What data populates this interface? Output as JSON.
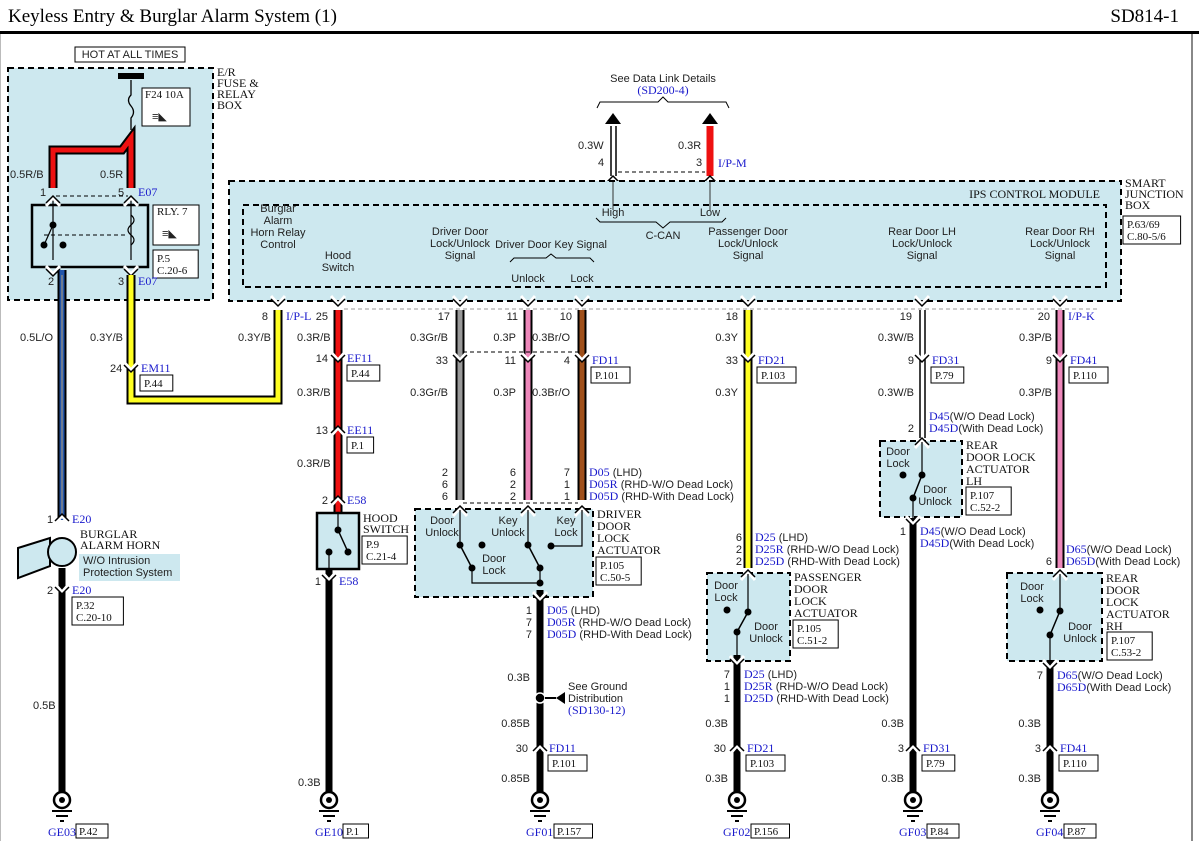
{
  "header": {
    "title": "Keyless Entry & Burglar Alarm System (1)",
    "code": "SD814-1"
  },
  "colors": {
    "module_fill": "#cde8ef",
    "connector_blue": "#1a1acc",
    "wire_red": "#ee1111",
    "wire_yellow": "#ffff22",
    "wire_pink": "#ee88bb",
    "wire_brown": "#a0501a",
    "wire_gray": "#999999",
    "wire_blue": "#2255aa",
    "wire_black": "#000000"
  },
  "power": {
    "hot_label": "HOT AT ALL TIMES",
    "box_label": [
      "E/R",
      "FUSE &",
      "RELAY",
      "BOX"
    ],
    "fuse": "F24 10A",
    "relay": "RLY. 7",
    "relay_ref": [
      "P.5",
      "C.20-6"
    ],
    "wires": [
      {
        "pin": "1",
        "spec": "0.5R/B"
      },
      {
        "pin": "5",
        "spec": "0.5R",
        "connector": "E07"
      },
      {
        "pin": "2",
        "spec": "0.5L/O"
      },
      {
        "pin": "3",
        "spec": "0.3Y/B",
        "connector": "E07"
      }
    ]
  },
  "data_link": {
    "title": "See Data Link Details",
    "ref": "(SD200-4)",
    "high": {
      "pin": "4",
      "spec": "0.3W",
      "label": "High"
    },
    "low": {
      "pin": "3",
      "spec": "0.3R",
      "label": "Low",
      "connector": "I/P-M"
    },
    "bus": "C-CAN"
  },
  "module": {
    "title": "IPS CONTROL MODULE",
    "box_label": [
      "SMART",
      "JUNCTION",
      "BOX"
    ],
    "ref": [
      "P.63/69",
      "C.80-5/6"
    ],
    "key_signal_group": "Driver Door Key Signal",
    "signals": [
      {
        "label": [
          "Burglar",
          "Alarm",
          "Horn Relay",
          "Control"
        ],
        "pin": "8",
        "connector": "I/P-L"
      },
      {
        "label": [
          "Hood",
          "Switch"
        ],
        "pin": "25"
      },
      {
        "label": [
          "Driver Door",
          "Lock/Unlock",
          "Signal"
        ],
        "pin": "17"
      },
      {
        "label": [
          "Unlock"
        ],
        "pin": "11"
      },
      {
        "label": [
          "Lock"
        ],
        "pin": "10"
      },
      {
        "label": [
          "Passenger Door",
          "Lock/Unlock",
          "Signal"
        ],
        "pin": "18"
      },
      {
        "label": [
          "Rear Door LH",
          "Lock/Unlock",
          "Signal"
        ],
        "pin": "19"
      },
      {
        "label": [
          "Rear Door RH",
          "Lock/Unlock",
          "Signal"
        ],
        "pin": "20",
        "connector": "I/P-K"
      }
    ]
  },
  "circuits": {
    "horn": {
      "em11": {
        "pin": "24",
        "connector": "EM11",
        "ref": "P.44",
        "spec_left": "0.3Y/B",
        "spec_right": "0.3Y/B"
      },
      "pin_top": "1",
      "pin_bottom": "2",
      "connector": "E20",
      "name": [
        "BURGLAR",
        "ALARM HORN"
      ],
      "note": [
        "W/O Intrusion",
        "Protection System"
      ],
      "ref": [
        "P.32",
        "C.20-10"
      ],
      "ground_spec": "0.5B",
      "ground": {
        "id": "GE03",
        "ref": "P.42"
      }
    },
    "hood": {
      "spec": "0.3R/B",
      "joints": [
        {
          "pin": "14",
          "connector": "EF11",
          "ref": "P.44"
        },
        {
          "pin": "13",
          "connector": "EE11",
          "ref": "P.1"
        },
        {
          "pin": "2",
          "connector": "E58"
        }
      ],
      "name": [
        "HOOD",
        "SWITCH"
      ],
      "ref": [
        "P.9",
        "C.21-4"
      ],
      "pin_bottom": "1",
      "connector_bottom": "E58",
      "ground_spec": "0.3B",
      "ground": {
        "id": "GE10",
        "ref": "P.1"
      }
    },
    "driver": {
      "wires": [
        {
          "spec": "0.3Gr/B",
          "pin_fd11": "33",
          "pins_d05": [
            "2",
            "6",
            "6"
          ]
        },
        {
          "spec": "0.3P",
          "pin_fd11": "11",
          "pins_d05": [
            "6",
            "2",
            "2"
          ]
        },
        {
          "spec": "0.3Br/O",
          "pin_fd11": "4",
          "pins_d05": [
            "7",
            "1",
            "1"
          ]
        }
      ],
      "fd11": {
        "connector": "FD11",
        "ref": "P.101"
      },
      "d05_variants": [
        {
          "connector": "D05",
          "note": "(LHD)"
        },
        {
          "connector": "D05R",
          "note": "(RHD-W/O Dead Lock)"
        },
        {
          "connector": "D05D",
          "note": "(RHD-With Dead Lock)"
        }
      ],
      "switch_labels": {
        "door_unlock": [
          "Door",
          "Unlock"
        ],
        "key_unlock": [
          "Key",
          "Unlock"
        ],
        "key_lock": [
          "Key",
          "Lock"
        ],
        "door_lock": [
          "Door",
          "Lock"
        ]
      },
      "name": [
        "DRIVER",
        "DOOR",
        "LOCK",
        "ACTUATOR"
      ],
      "ref": [
        "P.105",
        "C.50-5"
      ],
      "bottom_pins": [
        "1",
        "7",
        "7"
      ],
      "ground_dist": {
        "text": [
          "See Ground",
          "Distribution"
        ],
        "ref": "(SD130-12)"
      },
      "specs_below": [
        "0.3B",
        "0.85B",
        "0.85B"
      ],
      "fd11_bottom": {
        "pin": "30",
        "connector": "FD11",
        "ref": "P.101"
      },
      "ground": {
        "id": "GF01",
        "ref": "P.157"
      }
    },
    "passenger": {
      "spec": "0.3Y",
      "fd21": {
        "pin": "33",
        "connector": "FD21",
        "ref": "P.103"
      },
      "top_pins": [
        "6",
        "2",
        "2"
      ],
      "d25_variants": [
        {
          "connector": "D25",
          "note": "(LHD)"
        },
        {
          "connector": "D25R",
          "note": "(RHD-W/O Dead Lock)"
        },
        {
          "connector": "D25D",
          "note": "(RHD-With Dead Lock)"
        }
      ],
      "switch_labels": {
        "lock": [
          "Door",
          "Lock"
        ],
        "unlock": [
          "Door",
          "Unlock"
        ]
      },
      "name": [
        "PASSENGER",
        "DOOR",
        "LOCK",
        "ACTUATOR"
      ],
      "ref": [
        "P.105",
        "C.51-2"
      ],
      "bottom_pins": [
        "7",
        "1",
        "1"
      ],
      "ground_spec": "0.3B",
      "fd21_bottom": {
        "pin": "30",
        "connector": "FD21",
        "ref": "P.103"
      },
      "ground": {
        "id": "GF02",
        "ref": "P.156"
      }
    },
    "rear_lh": {
      "spec": "0.3W/B",
      "fd31": {
        "pin": "9",
        "connector": "FD31",
        "ref": "P.79"
      },
      "top_pin": "2",
      "variants": [
        {
          "connector": "D45",
          "note": "(W/O Dead Lock)"
        },
        {
          "connector": "D45D",
          "note": "(With Dead Lock)"
        }
      ],
      "switch_labels": {
        "lock": [
          "Door",
          "Lock"
        ],
        "unlock": [
          "Door",
          "Unlock"
        ]
      },
      "name": [
        "REAR",
        "DOOR LOCK",
        "ACTUATOR",
        "LH"
      ],
      "ref": [
        "P.107",
        "C.52-2"
      ],
      "bottom_pin": "1",
      "ground_spec": "0.3B",
      "fd31_bottom": {
        "pin": "3",
        "connector": "FD31",
        "ref": "P.79"
      },
      "ground": {
        "id": "GF03",
        "ref": "P.84"
      }
    },
    "rear_rh": {
      "spec": "0.3P/B",
      "fd41": {
        "pin": "9",
        "connector": "FD41",
        "ref": "P.110"
      },
      "top_pin": "6",
      "variants": [
        {
          "connector": "D65",
          "note": "(W/O Dead Lock)"
        },
        {
          "connector": "D65D",
          "note": "(With Dead Lock)"
        }
      ],
      "switch_labels": {
        "lock": [
          "Door",
          "Lock"
        ],
        "unlock": [
          "Door",
          "Unlock"
        ]
      },
      "name": [
        "REAR",
        "DOOR",
        "LOCK",
        "ACTUATOR",
        "RH"
      ],
      "ref": [
        "P.107",
        "C.53-2"
      ],
      "bottom_pin": "7",
      "ground_spec": "0.3B",
      "fd41_bottom": {
        "pin": "3",
        "connector": "FD41",
        "ref": "P.110"
      },
      "ground": {
        "id": "GF04",
        "ref": "P.87"
      }
    }
  }
}
